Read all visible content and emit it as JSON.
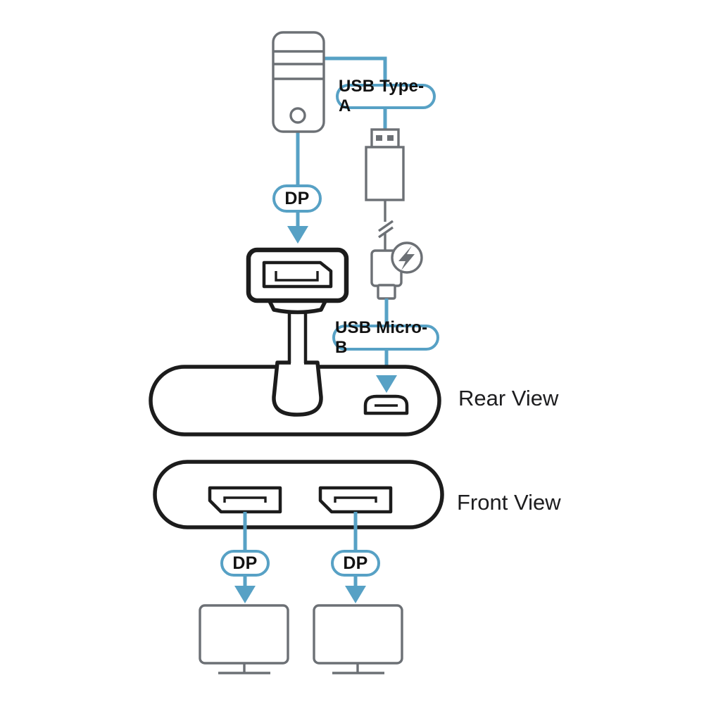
{
  "diagram": {
    "labels": {
      "usb_type_a": "USB Type-A",
      "dp_source": "DP",
      "usb_micro_b": "USB Micro-B",
      "rear_view": "Rear View",
      "front_view": "Front View",
      "dp_output_left": "DP",
      "dp_output_right": "DP"
    },
    "icons": {
      "power": "lightning-bolt-circle-icon"
    },
    "colors": {
      "accent_blue": "#57A1C5",
      "device_black": "#1C1C1C",
      "neutral_gray": "#6C7075",
      "label_text": "#111111"
    }
  }
}
